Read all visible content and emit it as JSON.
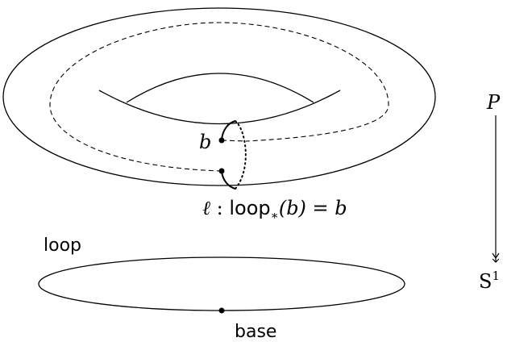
{
  "labels": {
    "fiber_point": "b",
    "total_space": "P",
    "path_label_ell": "ℓ",
    "path_label_colon": " : ",
    "path_label_loop": "loop",
    "path_label_star": "∗",
    "path_label_arg": "(b) = b",
    "loop_label": "loop",
    "base_label": "base",
    "circle_label_S": "S",
    "circle_label_sup": "1"
  }
}
